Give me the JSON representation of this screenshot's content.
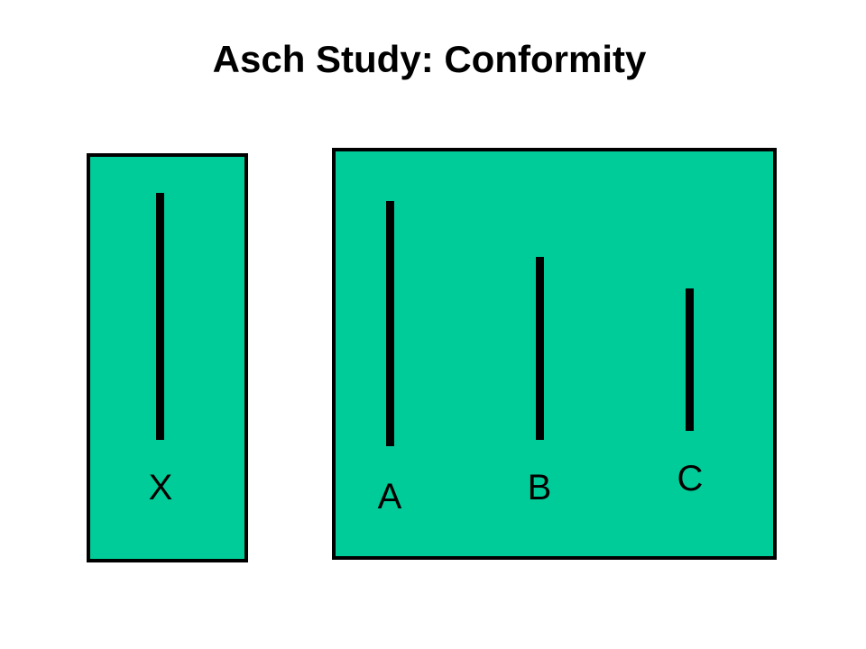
{
  "title": "Asch Study: Conformity",
  "card_color": "#00CC99",
  "line_color": "#000000",
  "standard_card": {
    "line_label": "X"
  },
  "comparison_card": {
    "lines": [
      {
        "label": "A"
      },
      {
        "label": "B"
      },
      {
        "label": "C"
      }
    ]
  }
}
